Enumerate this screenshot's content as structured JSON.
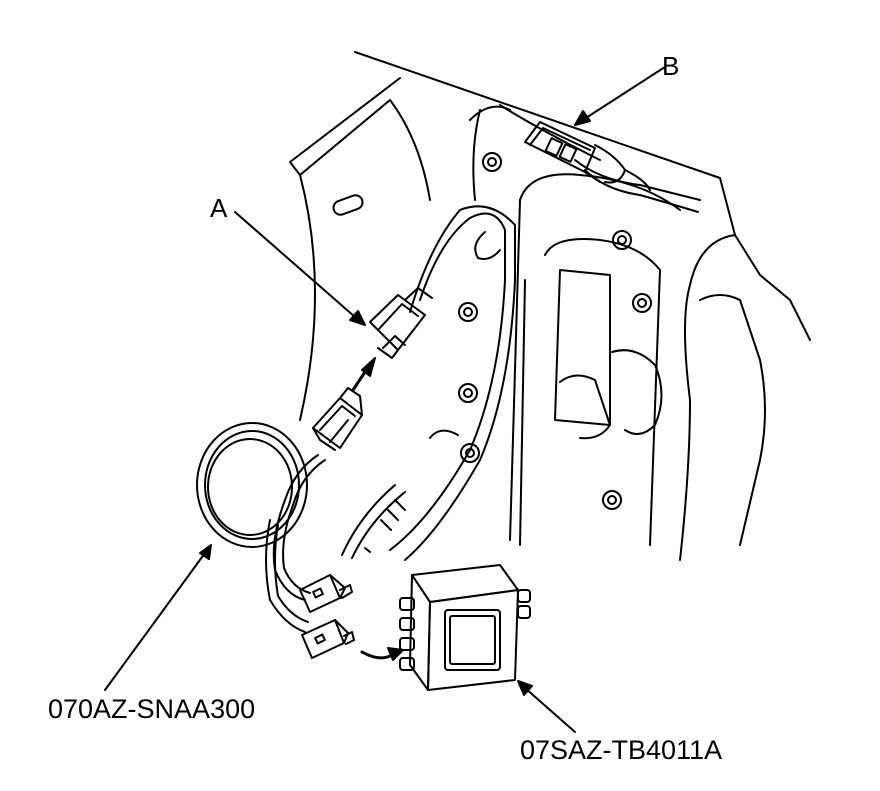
{
  "labels": {
    "connector_b": "B",
    "connector_a": "A",
    "harness_part_number": "070AZ-SNAA300",
    "tester_part_number": "07SAZ-TB4011A"
  }
}
